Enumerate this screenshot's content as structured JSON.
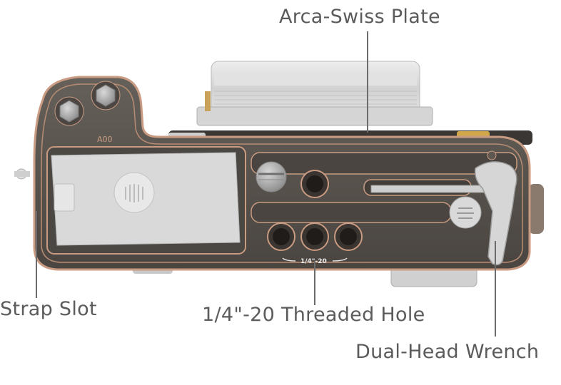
{
  "callouts": {
    "arca_swiss_plate": "Arca-Swiss Plate",
    "strap_slot": "Strap Slot",
    "threaded_hole": "1/4\"-20 Threaded Hole",
    "dual_head_wrench": "Dual-Head Wrench"
  },
  "engravings": {
    "model_code": "A00",
    "thread_spec": "1/4\"-20"
  },
  "colors": {
    "label_text": "#5b5b5b",
    "leader_line": "#6c6c6c",
    "cage_metal": "#5a544f",
    "cage_edge": "#c89b82",
    "camera_silver": "#d7d7d7",
    "background": "#ffffff"
  }
}
